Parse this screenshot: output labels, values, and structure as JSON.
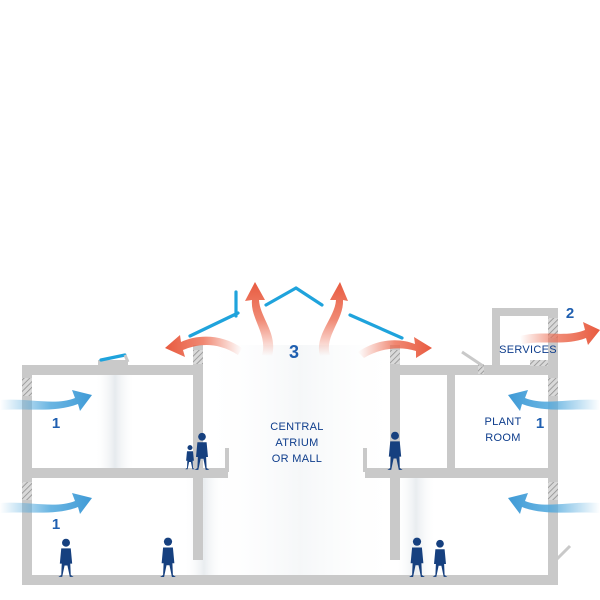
{
  "labels": {
    "atrium_line1": "CENTRAL",
    "atrium_line2": "ATRIUM",
    "atrium_line3": "OR MALL",
    "plant_line1": "PLANT",
    "plant_line2": "ROOM",
    "services": "SERVICES"
  },
  "numbers": {
    "inlet_left_upper": "1",
    "inlet_left_lower": "1",
    "inlet_right": "1",
    "outlet_services": "2",
    "outlet_atrium": "3"
  },
  "colors": {
    "wall": "#c9c9c9",
    "wall_hatch": "#9a9a9a",
    "roof_glazing": "#1fa3dc",
    "inflow_arrow": "#4fa8dd",
    "outflow_arrow": "#ec6a4f",
    "people": "#16407f",
    "label_text": "#0e3d8c",
    "number_text": "#1f5fb0",
    "light_shaft": "#eef1f3"
  },
  "icons": {
    "inflow": "blue-arrow-icon",
    "outflow": "red-arrow-icon",
    "person": "person-icon"
  }
}
